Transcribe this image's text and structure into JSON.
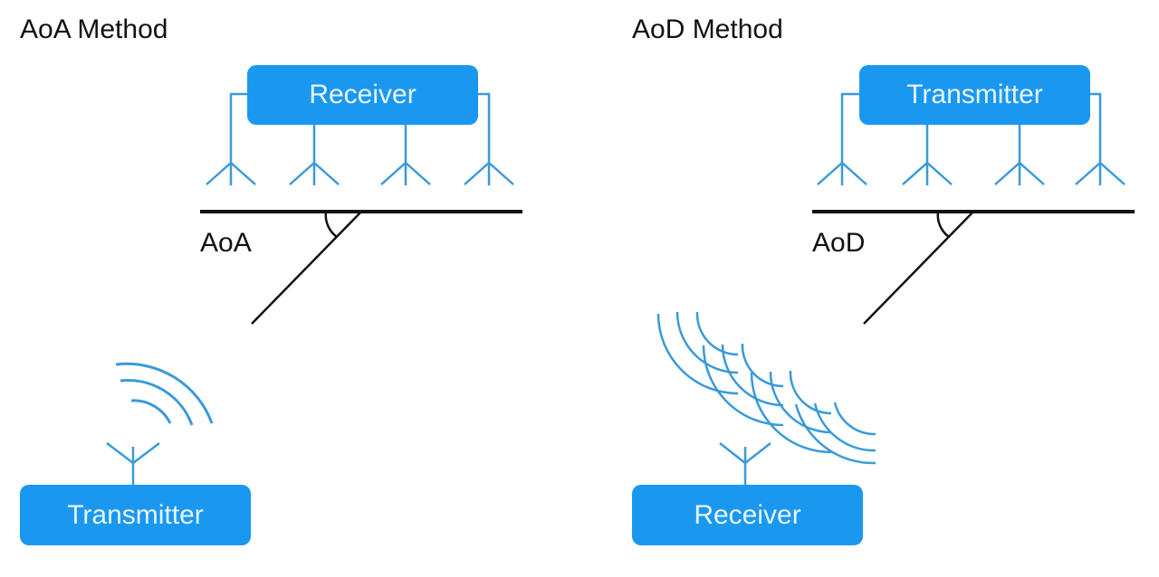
{
  "left_panel": {
    "title": "AoA Method",
    "array_device": "Receiver",
    "angle_label": "AoA",
    "single_device": "Transmitter"
  },
  "right_panel": {
    "title": "AoD Method",
    "array_device": "Transmitter",
    "angle_label": "AoD",
    "single_device": "Receiver"
  },
  "colors": {
    "device_fill": "#1a98f0",
    "antenna_stroke": "#3a9ad8",
    "line_stroke": "#111111"
  }
}
